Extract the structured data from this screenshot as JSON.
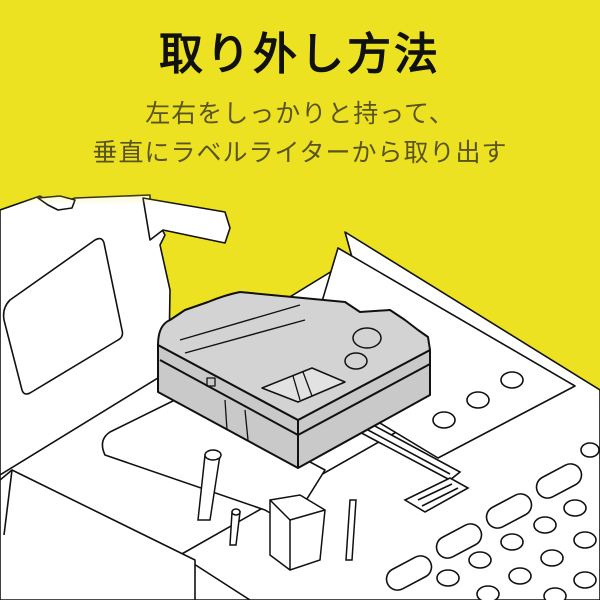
{
  "page": {
    "background_color": "#EDE221",
    "title": "取り外し方法",
    "subtitle_lines": [
      "左右をしっかりと持って、",
      "垂直にラベルライターから取り出す"
    ]
  },
  "illustration": {
    "subject": "tape cassette being lifted out of a label writer",
    "device_color": "#FFFFFF",
    "cassette_color": "#D3D3D3",
    "line_color": "#111111"
  }
}
